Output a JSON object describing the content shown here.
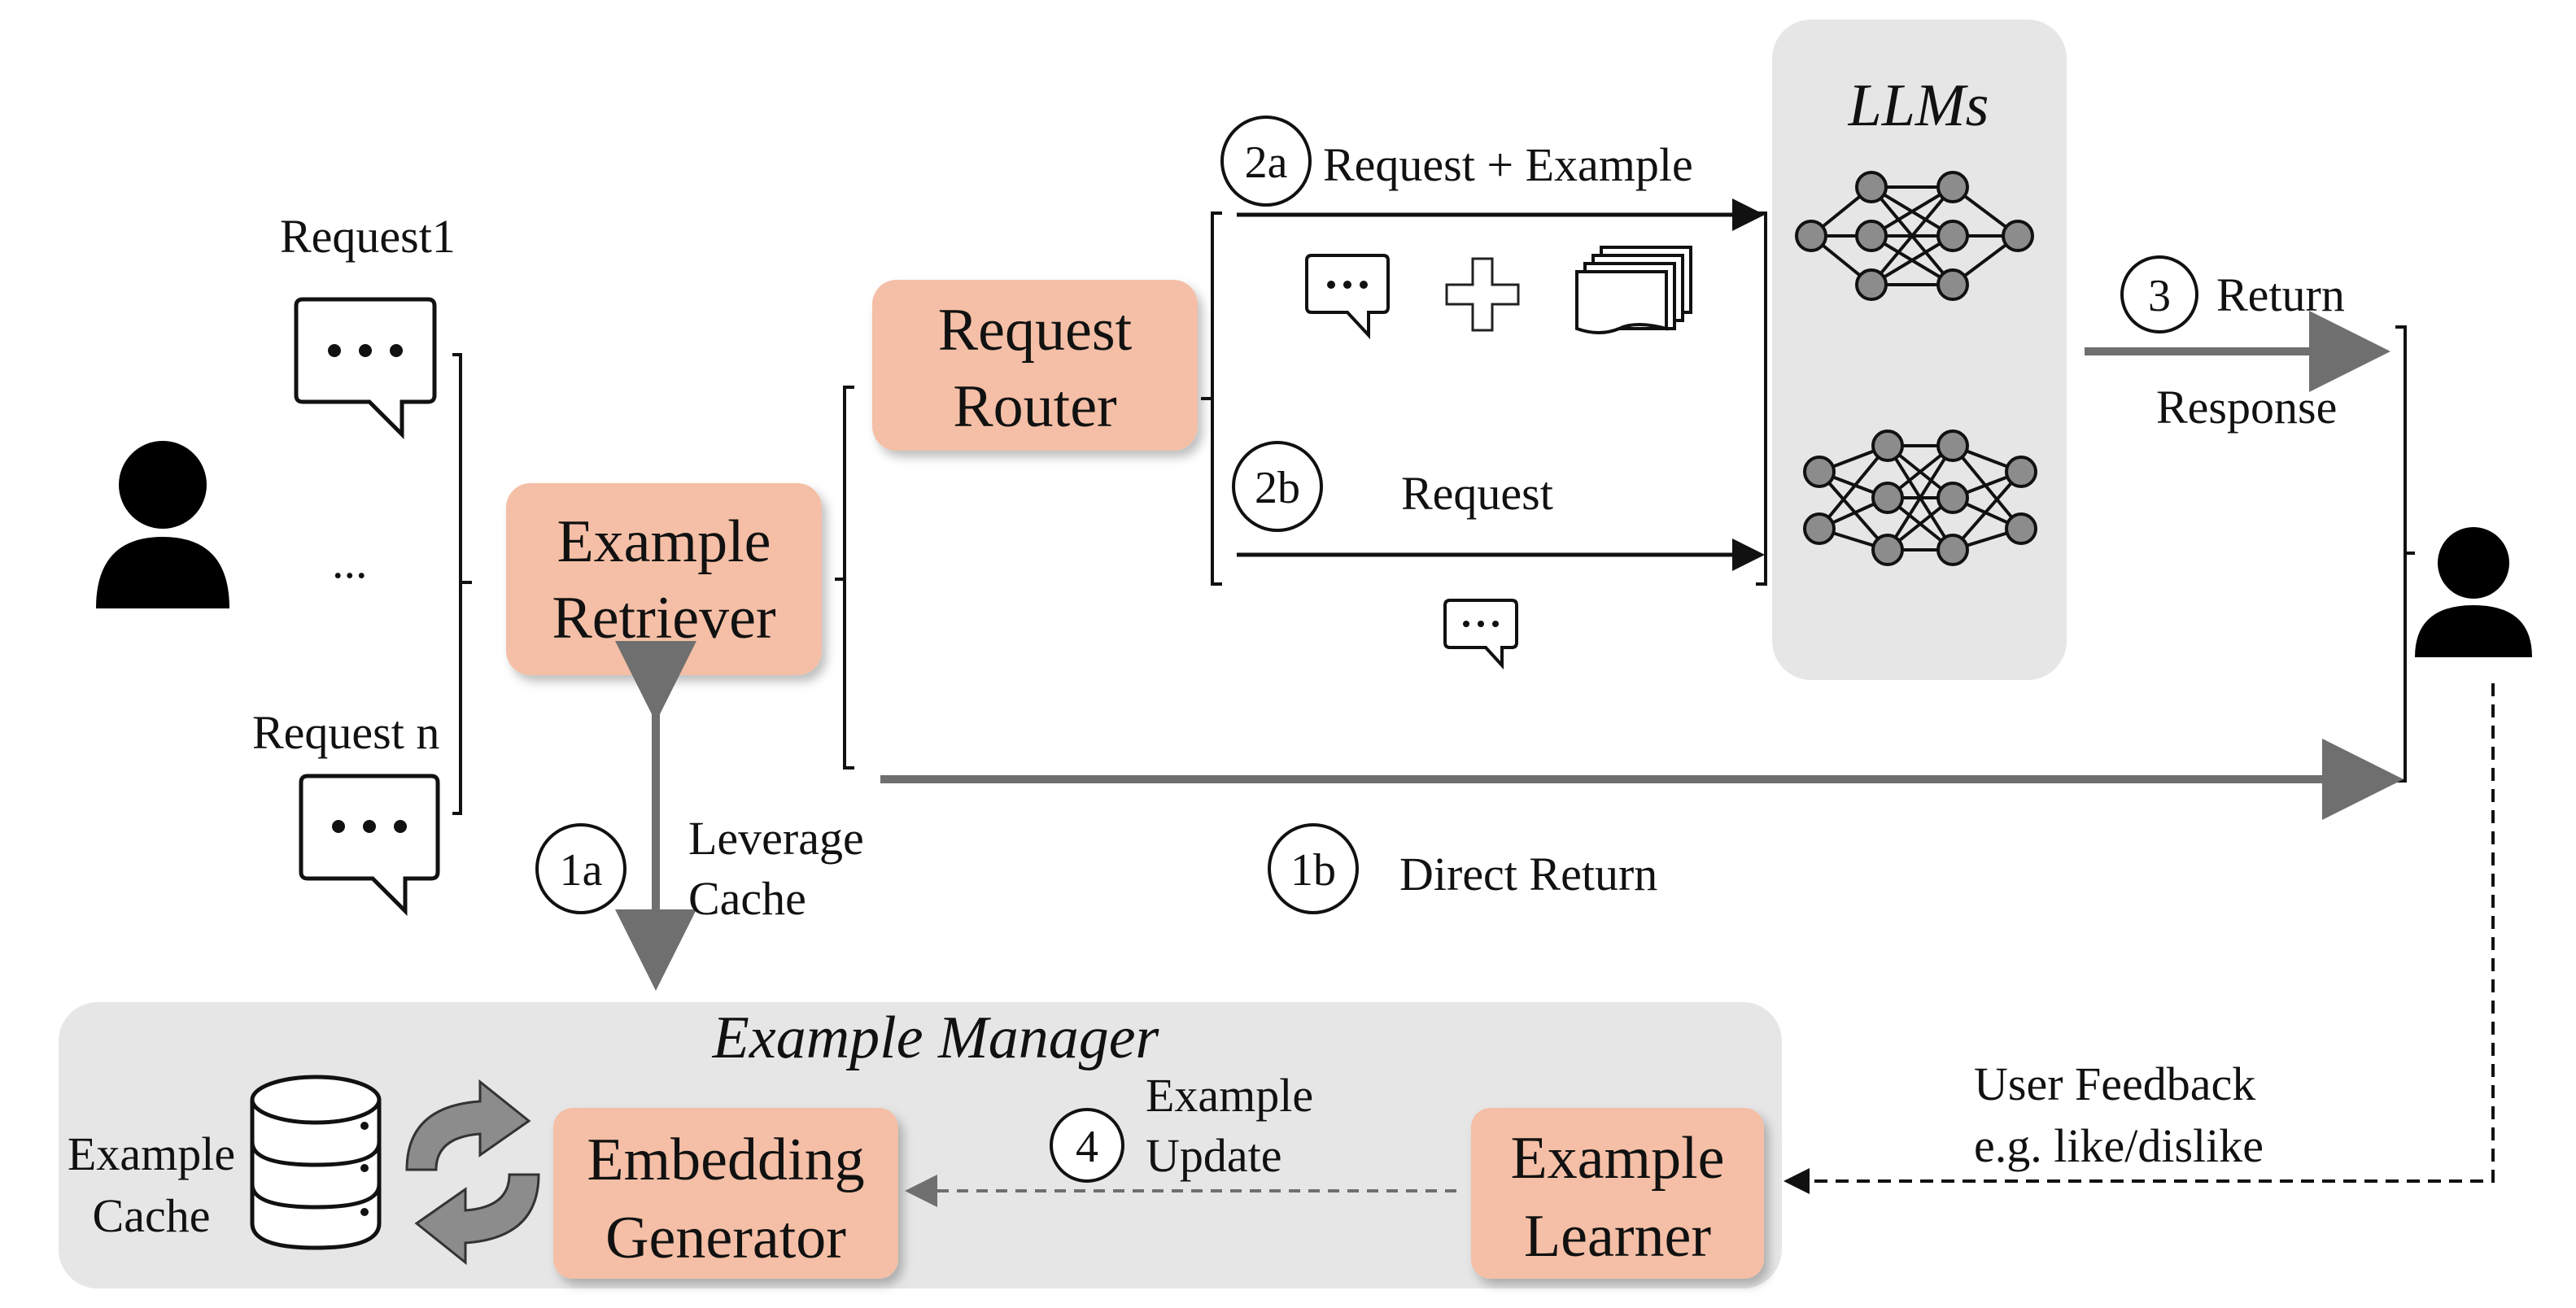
{
  "requests": {
    "first": "Request1",
    "ellipsis": "...",
    "last": "Request n"
  },
  "boxes": {
    "example_retriever": [
      "Example",
      "Retriever"
    ],
    "request_router": [
      "Request",
      "Router"
    ],
    "embedding_generator": [
      "Embedding",
      "Generator"
    ],
    "example_learner": [
      "Example",
      "Learner"
    ]
  },
  "llms": {
    "title": "LLMs"
  },
  "example_manager": {
    "title": "Example Manager",
    "cache_label": [
      "Example",
      "Cache"
    ]
  },
  "steps": {
    "s1a": {
      "num": "1a",
      "label": [
        "Leverage",
        "Cache"
      ]
    },
    "s1b": {
      "num": "1b",
      "label": "Direct Return"
    },
    "s2a": {
      "num": "2a",
      "label": "Request +  Example"
    },
    "s2b": {
      "num": "2b",
      "label": "Request"
    },
    "s3": {
      "num": "3",
      "label": "Return",
      "sub": "Response"
    },
    "s4": {
      "num": "4",
      "label": [
        "Example",
        "Update"
      ]
    }
  },
  "feedback": [
    "User Feedback",
    "e.g. like/dislike"
  ],
  "colors": {
    "box_fill": "#f4bfa6",
    "panel_fill": "#e6e6e6",
    "node_fill": "#8c8c8c",
    "arrow_fill": "#6f6f6f"
  },
  "icons": [
    "user-icon",
    "speech-bubble-icon",
    "plus-icon",
    "documents-icon",
    "neural-network-icon",
    "database-icon",
    "refresh-cycle-icon"
  ]
}
